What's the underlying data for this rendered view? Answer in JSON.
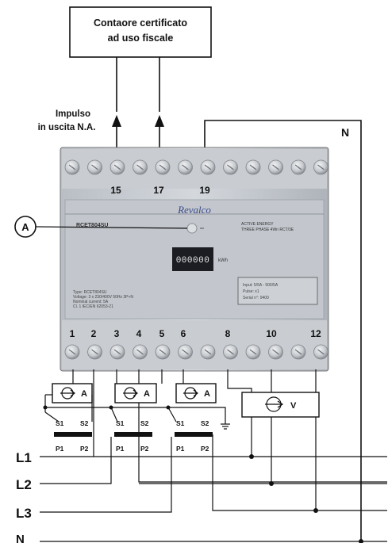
{
  "meter_box": {
    "line1": "Contaore certificato",
    "line2": "ad uso fiscale"
  },
  "impulse": {
    "line1": "Impulso",
    "line2": "in uscita N.A."
  },
  "top_terminals": [
    "15",
    "17",
    "19"
  ],
  "bottom_terminals": [
    "1",
    "2",
    "3",
    "4",
    "5",
    "6",
    "8",
    "10",
    "12"
  ],
  "device": {
    "brand": "Revalco",
    "model": "RCET804SU",
    "title_line1": "ACTIVE ENERGY",
    "title_line2": "THREE PHASE 4Wn RCT/3E",
    "unit": "kWh",
    "display": "000000",
    "info_line1": "Input: 5/5A - 500/5A",
    "info_line2": "Pulse: x1",
    "info_line3": "Serial n°: 9400",
    "spec_lines": [
      "Type: RCET804SU",
      "Voltage: 3 x 230/400V 50Hz 3P+N",
      "Nominal current: 5A",
      "Cl. 1 IEC/EN 62053-21"
    ]
  },
  "callout": "A",
  "neutral_top": "N",
  "ct_meters": [
    {
      "label": "A",
      "s1": "S1",
      "s2": "S2",
      "p1": "P1",
      "p2": "P2"
    },
    {
      "label": "A",
      "s1": "S1",
      "s2": "S2",
      "p1": "P1",
      "p2": "P2"
    },
    {
      "label": "A",
      "s1": "S1",
      "s2": "S2",
      "p1": "P1",
      "p2": "P2"
    }
  ],
  "voltmeter": "V",
  "lines": [
    "L1",
    "L2",
    "L3",
    "N"
  ]
}
